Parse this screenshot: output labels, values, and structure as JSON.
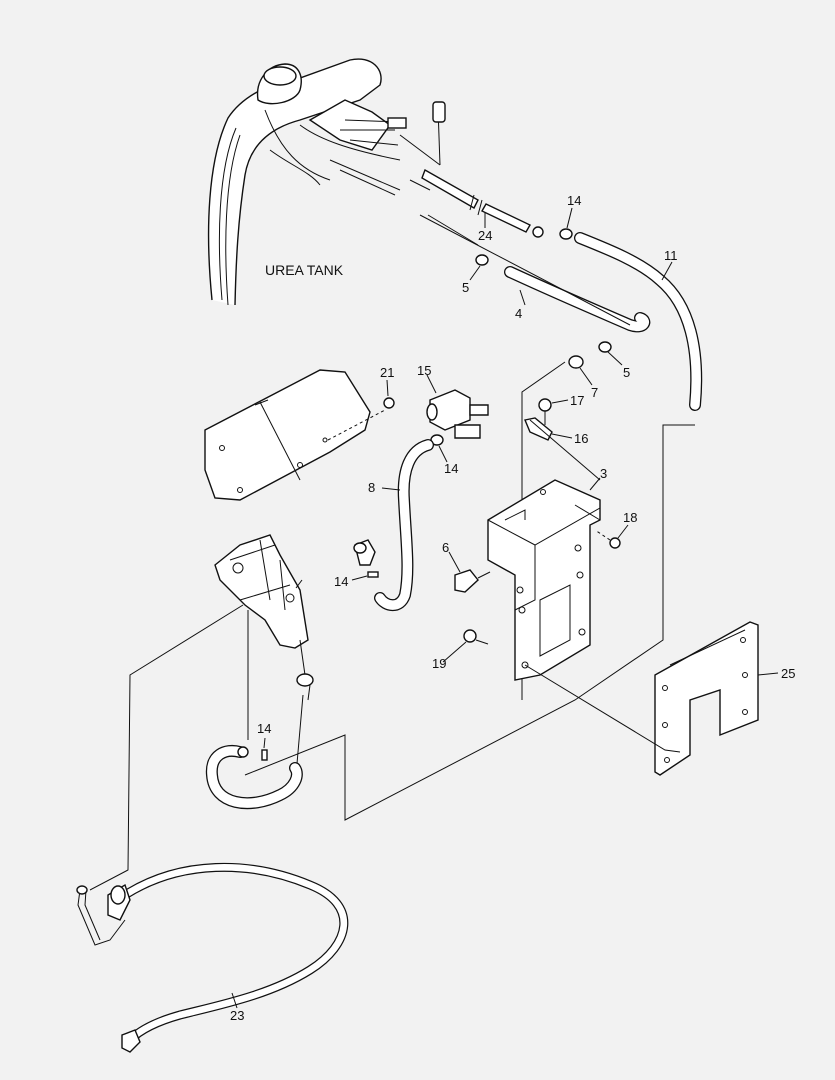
{
  "tank_label": "UREA TANK",
  "callouts": {
    "c3": "3",
    "c4": "4",
    "c5a": "5",
    "c5b": "5",
    "c6": "6",
    "c7": "7",
    "c8": "8",
    "c11": "11",
    "c14a": "14",
    "c14b": "14",
    "c14c": "14",
    "c14d": "14",
    "c15": "15",
    "c16": "16",
    "c17": "17",
    "c18": "18",
    "c19": "19",
    "c21": "21",
    "c23": "23",
    "c24": "24",
    "c25": "25"
  }
}
